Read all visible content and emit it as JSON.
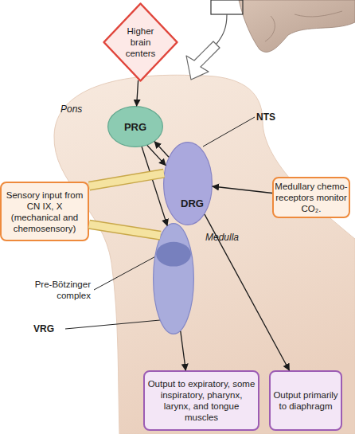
{
  "diagram": {
    "nodes": [
      {
        "text": [
          "Higher brain centers"
        ]
      },
      {
        "text": [
          "PRG"
        ]
      },
      {
        "text": [
          "Medullary chemo- receptors monitor CO₂."
        ]
      },
      {
        "text": [
          "Sensory input from CN IX, X (mechanical and chemosensory)"
        ]
      },
      {
        "text": [
          "DRG"
        ]
      },
      {
        "text": [
          "VRG"
        ]
      },
      {
        "text": [
          "Output to expiratory, some inspiratory, pharynx, larynx, and tongue muscles"
        ]
      },
      {
        "text": [
          "Output primarily to diaphragm"
        ]
      }
    ],
    "edges": [
      {
        "from": 0,
        "to": 1,
        "arrow": "to"
      },
      {
        "from": 1,
        "to": 4,
        "arrow": "to"
      },
      {
        "from": 4,
        "to": 1,
        "arrow": "to"
      },
      {
        "from": 1,
        "to": 5,
        "arrow": "to"
      },
      {
        "from": 2,
        "to": 4,
        "arrow": "to"
      },
      {
        "from": 3,
        "to": 4,
        "arrow": "none"
      },
      {
        "from": 3,
        "to": 5,
        "arrow": "none"
      },
      {
        "from": 5,
        "to": 6,
        "arrow": "to"
      },
      {
        "from": 4,
        "to": 7,
        "arrow": "to"
      }
    ],
    "labels": [
      "Pons",
      "NTS",
      "Medulla",
      "Pre-Bötzinger complex"
    ]
  }
}
